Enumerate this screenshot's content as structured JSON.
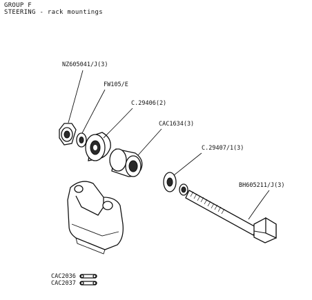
{
  "header": {
    "group": "GROUP F",
    "subtitle": "STEERING - rack mountings"
  },
  "parts": {
    "nut": "NZ605041/J(3)",
    "washer_small": "FW105/E",
    "bush_outer": "C.29406(2)",
    "bush_inner": "CAC1634(3)",
    "washer_large": "C.29407/1(3)",
    "bolt": "BH605211/J(3)",
    "bracket_a": "CAC2036",
    "bracket_b": "CAC2037"
  }
}
